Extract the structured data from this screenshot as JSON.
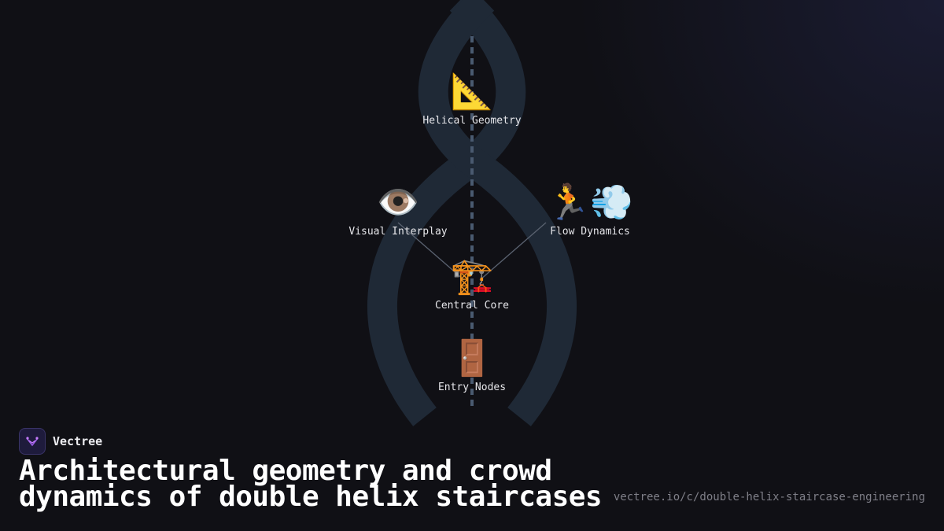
{
  "diagram": {
    "nodes": [
      {
        "id": "helical-geometry",
        "icon": "triangular-ruler-icon",
        "emoji": "📐",
        "label": "Helical Geometry"
      },
      {
        "id": "visual-interplay",
        "icon": "eye-icon",
        "emoji": "👁️",
        "label": "Visual Interplay"
      },
      {
        "id": "flow-dynamics",
        "icon": "runner-dash-icon",
        "emoji": "🏃💨",
        "label": "Flow Dynamics"
      },
      {
        "id": "central-core",
        "icon": "construction-crane-icon",
        "emoji": "🏗️",
        "label": "Central Core"
      },
      {
        "id": "entry-nodes",
        "icon": "door-icon",
        "emoji": "🚪",
        "label": "Entry Nodes"
      }
    ],
    "edges": [
      {
        "from": "visual-interplay",
        "to": "central-core"
      },
      {
        "from": "flow-dynamics",
        "to": "central-core"
      }
    ]
  },
  "brand": {
    "name": "Vectree",
    "icon": "vectree-logo-icon",
    "accent": "#9b5de5"
  },
  "title": "Architectural geometry and crowd dynamics of double helix staircases",
  "url": "vectree.io/c/double-helix-staircase-engineering",
  "colors": {
    "background": "#101015",
    "helix": "#1f2936",
    "axis": "#4a5a70",
    "edge": "#5a6270"
  }
}
